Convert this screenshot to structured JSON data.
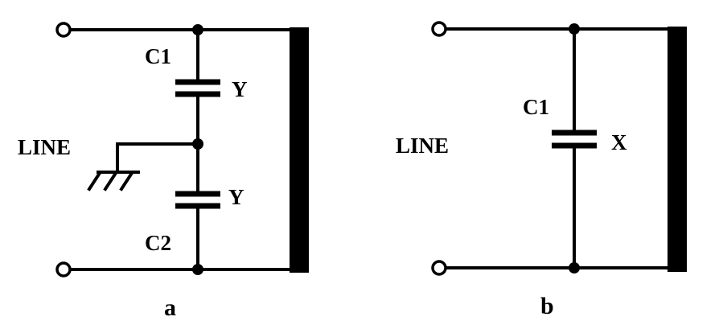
{
  "diagram_a": {
    "label": "a",
    "line_label": "LINE",
    "cap_top_name": "C1",
    "cap_top_type": "Y",
    "cap_bottom_name": "C2",
    "cap_bottom_type": "Y"
  },
  "diagram_b": {
    "label": "b",
    "line_label": "LINE",
    "cap_name": "C1",
    "cap_type": "X"
  }
}
